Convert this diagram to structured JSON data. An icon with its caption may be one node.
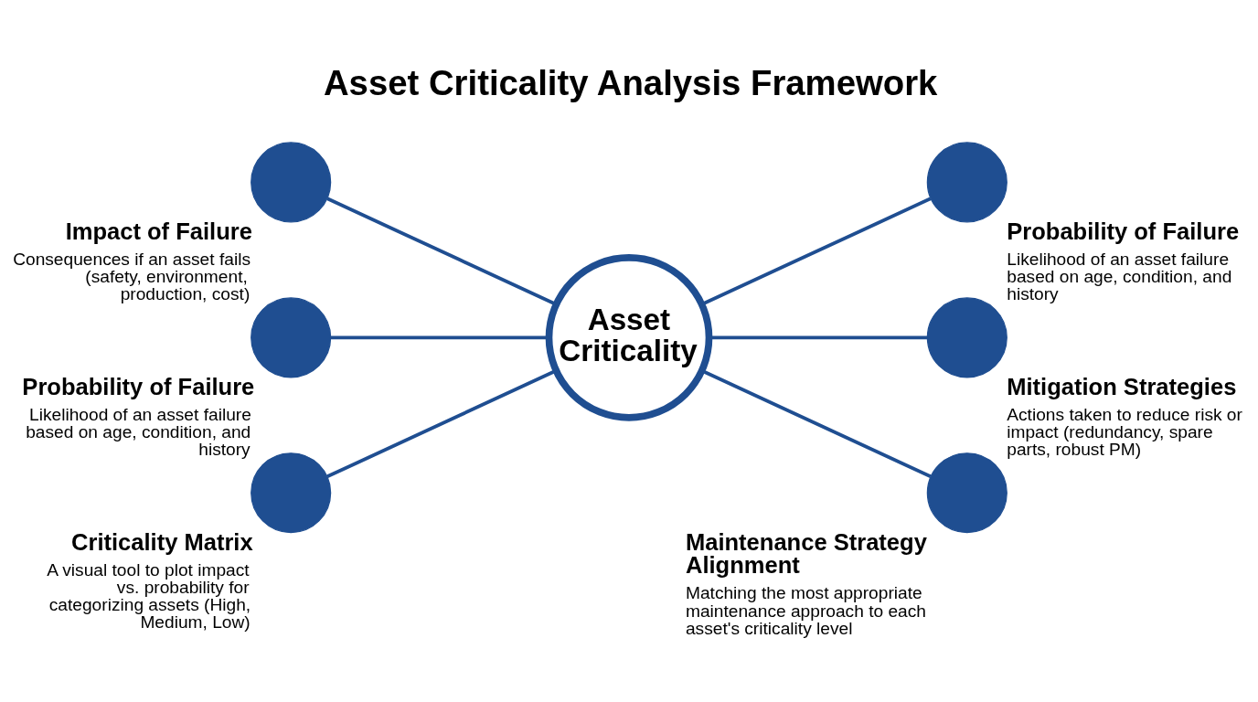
{
  "diagram": {
    "title": "Asset Criticality Analysis Framework",
    "nodes": [
      {
        "text": [],
        "shape": "circle",
        "beside": [
          "Impact of Failure",
          "Consequences if an asset fails (safety, environment, production, cost)"
        ]
      },
      {
        "text": [],
        "shape": "circle",
        "beside": [
          "Probability of Failure",
          "Likelihood of an asset failure based on age, condition, and history"
        ]
      },
      {
        "text": [],
        "shape": "circle",
        "beside": [
          "Probability of Failure",
          "Likelihood of an asset failure based on age, condition, and history"
        ]
      },
      {
        "text": [
          "Asset Criticality"
        ]
      },
      {
        "text": [],
        "shape": "circle",
        "beside": [
          "Mitigation Strategies",
          "Actions taken to reduce risk or impact (redundancy, spare parts, robust PM)"
        ]
      },
      {
        "text": [],
        "shape": "circle",
        "beside": [
          "Criticality Matrix",
          "A visual tool to plot impact vs. probability for categorizing assets (High, Medium, Low)"
        ]
      },
      {
        "text": [],
        "shape": "circle",
        "beside": [
          "Maintenance Strategy Alignment",
          "Matching the most appropriate maintenance approach to each asset's criticality level"
        ]
      }
    ],
    "edges": [
      {
        "from": 0,
        "to": 3,
        "arrow": "none"
      },
      {
        "from": 2,
        "to": 3,
        "arrow": "none"
      },
      {
        "from": 5,
        "to": 3,
        "arrow": "none"
      },
      {
        "from": 3,
        "to": 1,
        "arrow": "none"
      },
      {
        "from": 3,
        "to": 4,
        "arrow": "none"
      },
      {
        "from": 3,
        "to": 6,
        "arrow": "none"
      }
    ]
  }
}
